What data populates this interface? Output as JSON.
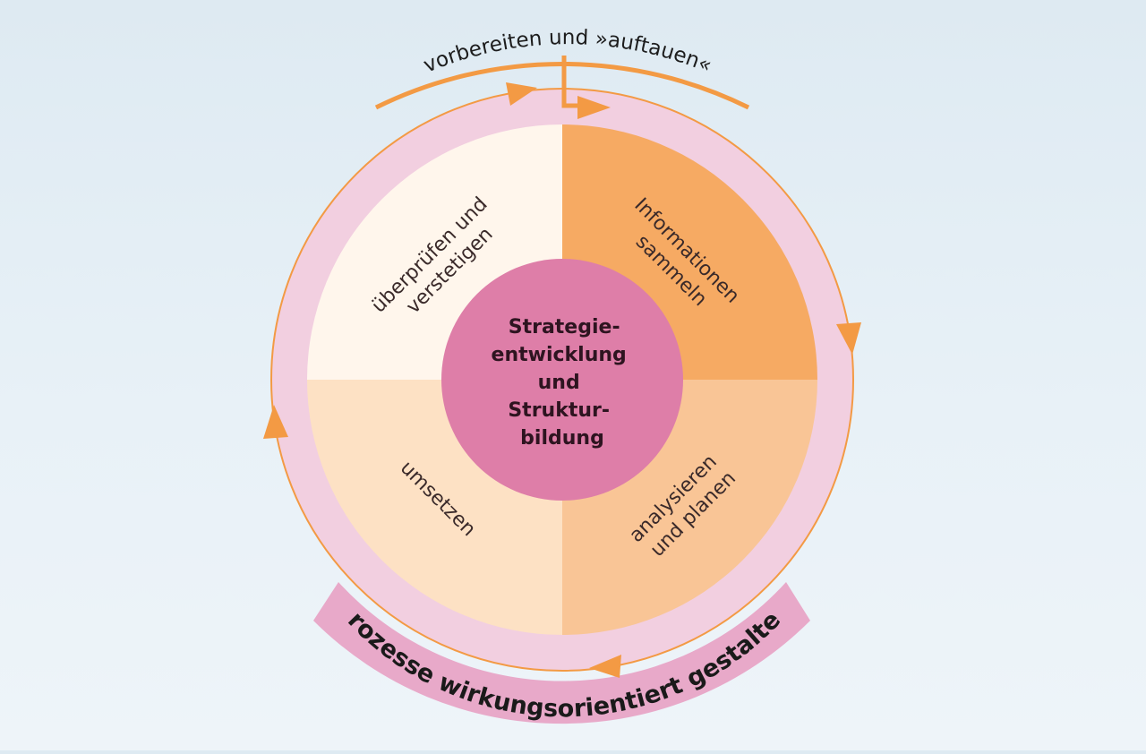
{
  "center": {
    "lines": [
      "Strategie-",
      "entwicklung",
      "und",
      "Struktur-",
      "bildung"
    ]
  },
  "quadrants": {
    "top_left": {
      "lines": [
        "überprüfen und",
        "verstetigen"
      ]
    },
    "top_right": {
      "lines": [
        "Informationen",
        "sammeln"
      ]
    },
    "bottom_right": {
      "lines": [
        "analysieren",
        "und planen"
      ]
    },
    "bottom_left": {
      "lines": [
        "umsetzen"
      ]
    }
  },
  "top_arc_label": "vorbereiten und »auftauen«",
  "bottom_band_label": "Prozesse wirkungsorientiert gestalten",
  "colors": {
    "ring": "#f2cfe0",
    "band": "#e8a9c9",
    "center": "#de7ea8",
    "q_top_left": "#fff6ec",
    "q_top_right": "#f6aa63",
    "q_bottom_right": "#f9c596",
    "q_bottom_left": "#fde1c4",
    "arrow": "#f39a44"
  }
}
